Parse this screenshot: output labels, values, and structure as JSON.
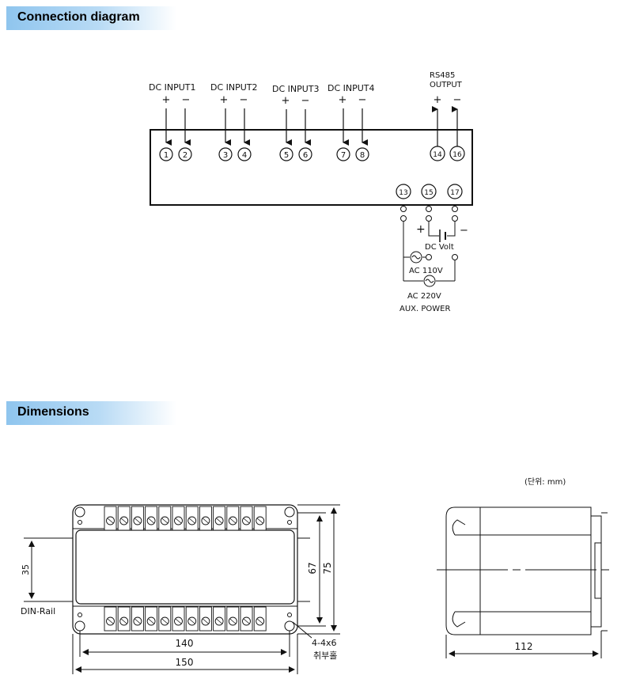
{
  "sections": {
    "connection_title": "Connection  diagram",
    "dimensions_title": "Dimensions"
  },
  "connection": {
    "inputs": [
      {
        "label": "DC  INPUT1",
        "plus": "+",
        "minus": "−",
        "t_plus": "1",
        "t_minus": "2"
      },
      {
        "label": "DC INPUT2",
        "plus": "+",
        "minus": "−",
        "t_plus": "3",
        "t_minus": "4"
      },
      {
        "label": "DC INPUT3",
        "plus": "+",
        "minus": "−",
        "t_plus": "5",
        "t_minus": "6"
      },
      {
        "label": "DC INPUT4",
        "plus": "+",
        "minus": "−",
        "t_plus": "7",
        "t_minus": "8"
      }
    ],
    "rs485": {
      "line1": "RS485",
      "line2": "OUTPUT",
      "plus": "+",
      "minus": "−",
      "t_plus": "14",
      "t_minus": "16"
    },
    "power_terminals": [
      "13",
      "15",
      "17"
    ],
    "dc_volt_plus": "+",
    "dc_volt_minus": "−",
    "dc_volt_label": "DC  Volt",
    "ac110_label": "AC 110V",
    "ac220_label": "AC 220V",
    "aux_label": "AUX. POWER"
  },
  "dimensions": {
    "unit_note": "(단위: mm)",
    "din_rail": "DIN-Rail",
    "dim_35": "35",
    "dim_67": "67",
    "dim_75": "75",
    "dim_140": "140",
    "dim_150": "150",
    "hole_label": "4-4x6",
    "hole_note": "취부홀",
    "dim_112": "112"
  }
}
